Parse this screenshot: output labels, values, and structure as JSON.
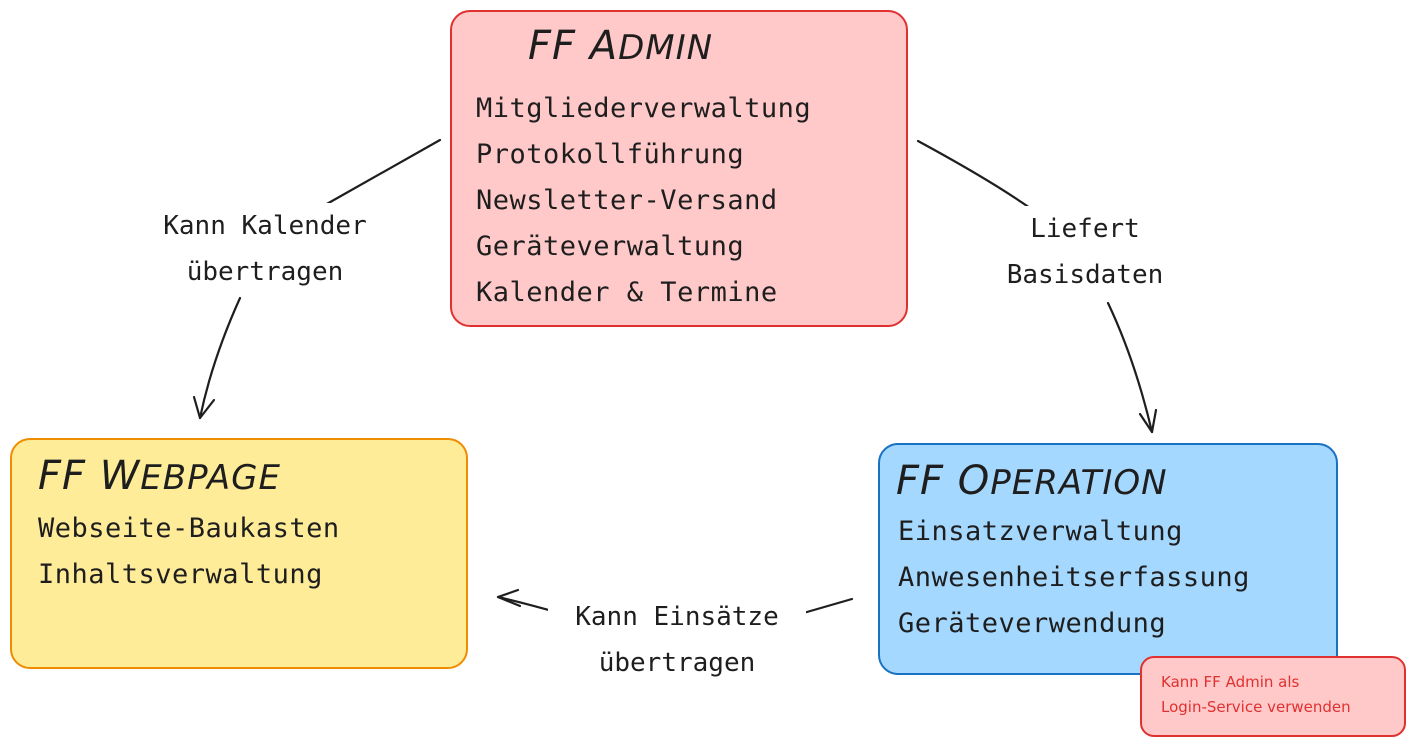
{
  "boxes": {
    "admin": {
      "title_main": "FF A",
      "title_rest": "DMIN",
      "lines": [
        "Mitgliederverwaltung",
        "Protokollführung",
        "Newsletter-Versand",
        "Geräteverwaltung",
        "Kalender & Termine"
      ],
      "fill": "#ffc9c9",
      "stroke": "#e03131"
    },
    "webpage": {
      "title_main": "FF W",
      "title_rest": "EBPAGE",
      "lines": [
        "Webseite-Baukasten",
        "Inhaltsverwaltung"
      ],
      "fill": "#ffec99",
      "stroke": "#f08c00"
    },
    "operation": {
      "title_main": "FF O",
      "title_rest": "PERATION",
      "lines": [
        "Einsatzverwaltung",
        "Anwesenheitserfassung",
        "Geräteverwendung"
      ],
      "fill": "#a5d8ff",
      "stroke": "#1971c2"
    }
  },
  "edges": {
    "admin_to_webpage": {
      "line1": "Kann Kalender",
      "line2": "übertragen"
    },
    "admin_to_operation": {
      "line1": "Liefert",
      "line2": "Basisdaten"
    },
    "operation_to_webpage": {
      "line1": "Kann Einsätze",
      "line2": "übertragen"
    }
  },
  "note": {
    "line1": "Kann FF Admin als",
    "line2": "Login-Service verwenden",
    "fill": "#ffc9c9",
    "stroke": "#e03131"
  },
  "colors": {
    "stroke": "#1e1e1e"
  }
}
